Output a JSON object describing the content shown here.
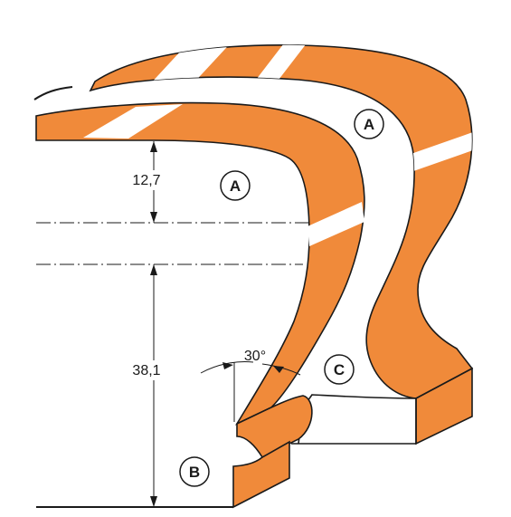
{
  "dimensions": {
    "upper_height": "12,7",
    "lower_height": "38,1",
    "angle": "30°"
  },
  "callouts": {
    "a_back": "A",
    "a_front": "A",
    "b": "B",
    "c": "C"
  },
  "colors": {
    "profile_fill": "#f08a3a",
    "profile_highlight": "#ffffff",
    "outline": "#1a1a1a"
  }
}
